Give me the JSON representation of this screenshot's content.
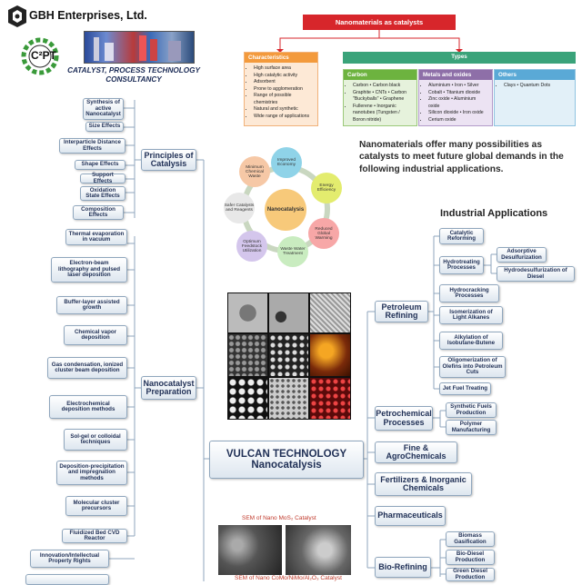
{
  "company": {
    "name": "GBH Enterprises, Ltd.",
    "logo_mark": "C²PT",
    "tagline": "CATALYST, PROCESS TECHNOLOGY CONSULTANCY"
  },
  "catalysts_header": {
    "title": "Nanomaterials as catalysts"
  },
  "characteristics": {
    "title": "Characteristics",
    "items": [
      "High surface area",
      "High catalytic activity",
      "Adsorbent",
      "Prone to agglomeration",
      "Range of possible chemistries",
      "Natural and synthetic",
      "Wide range of applications"
    ]
  },
  "types": {
    "title": "Types",
    "carbon": {
      "title": "Carbon",
      "items": [
        "Carbon • Carbon black",
        "Graphite • CNTs • Carbon \"Buckyballs\" • Graphene",
        "Fullerene • Inorganic nanotubes (Tungsten / Boron nitride)"
      ]
    },
    "metals": {
      "title": "Metals and oxides",
      "items": [
        "Aluminium • Iron • Silver",
        "Cobalt • Titanium dioxide",
        "Zinc oxide • Aluminium oxide",
        "Silicon dioxide • Iron oxide",
        "Cerium oxide"
      ]
    },
    "others": {
      "title": "Others",
      "items": [
        "Clays • Quantum Dots"
      ]
    }
  },
  "statement": "Nanomaterials offer many possibilities as catalysts to meet future global demands in the following industrial applications.",
  "cycle": {
    "center": "Nanocatalysis",
    "nodes": [
      "Improved Economy",
      "Energy Efficiency",
      "Reduced Global Warming",
      "Waste Water Treatment",
      "Optimum Feedstock Utilization",
      "Safer Catalysts and Reagents",
      "Minimum Chemical Waste"
    ]
  },
  "principles": {
    "title": "Principles of Catalysis",
    "items": [
      "Synthesis of active Nanocatalyst",
      "Size Effects",
      "Interparticle Distance Effects",
      "Shape Effects",
      "Support Effects",
      "Oxidation State Effects",
      "Composition Effects"
    ]
  },
  "preparation": {
    "title": "Nanocatalyst Preparation",
    "items": [
      "Thermal evaporation in vacuum",
      "Electron-beam lithography and pulsed laser deposition",
      "Buffer-layer assisted growth",
      "Chemical vapor deposition",
      "Gas condensation, ionized cluster beam deposition",
      "Electrochemical deposition methods",
      "Sol-gel or colloidal techniques",
      "Deposition-precipitation and impregnation methods",
      "Molecular cluster precursors",
      "Fluidized Bed CVD Reactor"
    ]
  },
  "ip": {
    "items": [
      "Innovation/Intellectual Property Rights"
    ]
  },
  "center_node": {
    "line1": "VULCAN TECHNOLOGY",
    "line2": "Nanocatalysis"
  },
  "sem": {
    "caption1": "SEM of Nano MoS₂ Catalyst",
    "caption2": "SEM of Nano CoMo/NiMo/Al₂O₃ Catalyst"
  },
  "industrial": {
    "title": "Industrial Applications",
    "petroleum": {
      "title": "Petroleum Refining",
      "items": [
        "Catalytic Reforming",
        "Hydrotreating Processes",
        "Hydrocracking Processes",
        "Isomerization of Light Alkanes",
        "Alkylation of Isobutane-Butene",
        "Oligomerization of Olefins into Petroleum Cuts",
        "Jet Fuel Treating"
      ],
      "sub": [
        "Adsorptive Desulfurization",
        "Hydrodesulfurization of Diesel"
      ]
    },
    "petrochemical": {
      "title": "Petrochemical Processes",
      "items": [
        "Synthetic Fuels Production",
        "Polymer Manufacturing"
      ]
    },
    "fine": {
      "title": "Fine & AgroChemicals"
    },
    "fertilizers": {
      "title": "Fertilizers & Inorganic Chemicals"
    },
    "pharma": {
      "title": "Pharmaceuticals"
    },
    "bio": {
      "title": "Bio-Refining",
      "items": [
        "Biomass Gasification",
        "Bio-Diesel Production",
        "Green Diesel Production"
      ]
    }
  },
  "colors": {
    "header_red": "#d7262b",
    "orange": "#f39a3c",
    "green": "#6db33f",
    "purple": "#8e6fa8",
    "blue": "#5aa9d6",
    "node_border": "#8fa6bd"
  }
}
